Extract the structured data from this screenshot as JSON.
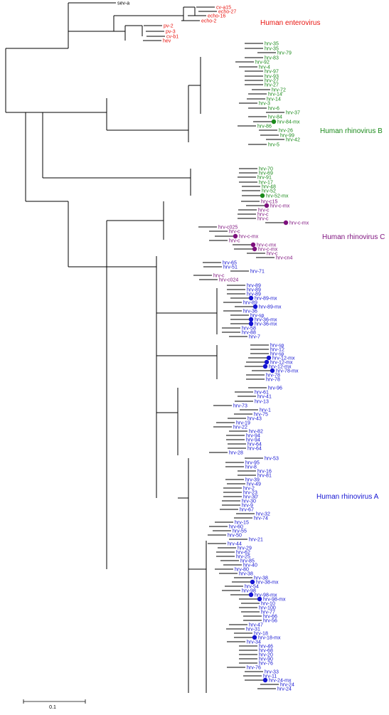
{
  "colors": {
    "enterovirus": "#e8140f",
    "rhinovirus_b": "#1a8a1a",
    "rhinovirus_c": "#7d107d",
    "rhinovirus_a": "#1414d2",
    "outgroup": "#000000",
    "branch": "#000000"
  },
  "groups": [
    {
      "key": "enterovirus",
      "label": "Human enterovirus"
    },
    {
      "key": "rhinovirus_b",
      "label": "Human rhinovirus B"
    },
    {
      "key": "rhinovirus_c",
      "label": "Human rhinovirus C"
    },
    {
      "key": "rhinovirus_a",
      "label": "Human rhinovirus A"
    }
  ],
  "scale_bar": {
    "label": "0.1"
  },
  "leaves": [
    {
      "label": "sev-a",
      "group": "outgroup",
      "mx": false
    },
    {
      "label": "cv-a15",
      "group": "enterovirus",
      "mx": false
    },
    {
      "label": "echo-27",
      "group": "enterovirus",
      "mx": false
    },
    {
      "label": "echo-16",
      "group": "enterovirus",
      "mx": false
    },
    {
      "label": "echo-2",
      "group": "enterovirus",
      "mx": false
    },
    {
      "label": "pv-2",
      "group": "enterovirus",
      "mx": false
    },
    {
      "label": "pv-3",
      "group": "enterovirus",
      "mx": false
    },
    {
      "label": "cv-b1",
      "group": "enterovirus",
      "mx": false
    },
    {
      "label": "hev",
      "group": "enterovirus",
      "mx": false
    },
    {
      "label": "hrv-35",
      "group": "rhinovirus_b",
      "mx": false
    },
    {
      "label": "hrv-35",
      "group": "rhinovirus_b",
      "mx": false
    },
    {
      "label": "hrv-79",
      "group": "rhinovirus_b",
      "mx": false
    },
    {
      "label": "hrv-83",
      "group": "rhinovirus_b",
      "mx": false
    },
    {
      "label": "hrv-92",
      "group": "rhinovirus_b",
      "mx": false
    },
    {
      "label": "hrv-4",
      "group": "rhinovirus_b",
      "mx": false
    },
    {
      "label": "hrv-97",
      "group": "rhinovirus_b",
      "mx": false
    },
    {
      "label": "hrv-93",
      "group": "rhinovirus_b",
      "mx": false
    },
    {
      "label": "hrv-27",
      "group": "rhinovirus_b",
      "mx": false
    },
    {
      "label": "hrv-27",
      "group": "rhinovirus_b",
      "mx": false
    },
    {
      "label": "hrv-72",
      "group": "rhinovirus_b",
      "mx": false
    },
    {
      "label": "hrv-14'",
      "group": "rhinovirus_b",
      "mx": false
    },
    {
      "label": "hrv-14",
      "group": "rhinovirus_b",
      "mx": false
    },
    {
      "label": "hrv-3",
      "group": "rhinovirus_b",
      "mx": false
    },
    {
      "label": "hrv-6",
      "group": "rhinovirus_b",
      "mx": false
    },
    {
      "label": "hrv-37",
      "group": "rhinovirus_b",
      "mx": false
    },
    {
      "label": "hrv-84",
      "group": "rhinovirus_b",
      "mx": false
    },
    {
      "label": "hrv-84-mx",
      "group": "rhinovirus_b",
      "mx": true
    },
    {
      "label": "hrv-86",
      "group": "rhinovirus_b",
      "mx": false
    },
    {
      "label": "hrv-26",
      "group": "rhinovirus_b",
      "mx": false
    },
    {
      "label": "hrv-99",
      "group": "rhinovirus_b",
      "mx": false
    },
    {
      "label": "hrv-42",
      "group": "rhinovirus_b",
      "mx": false
    },
    {
      "label": "hrv-5",
      "group": "rhinovirus_b",
      "mx": false
    },
    {
      "label": "hrv-70",
      "group": "rhinovirus_b",
      "mx": false
    },
    {
      "label": "hrv-69",
      "group": "rhinovirus_b",
      "mx": false
    },
    {
      "label": "hrv-91",
      "group": "rhinovirus_b",
      "mx": false
    },
    {
      "label": "hrv-17",
      "group": "rhinovirus_b",
      "mx": false
    },
    {
      "label": "hrv-48",
      "group": "rhinovirus_b",
      "mx": false
    },
    {
      "label": "hrv-52",
      "group": "rhinovirus_b",
      "mx": false
    },
    {
      "label": "hrv-52-mx",
      "group": "rhinovirus_b",
      "mx": true
    },
    {
      "label": "hrv-c15",
      "group": "rhinovirus_c",
      "mx": false
    },
    {
      "label": "hrv-c-mx",
      "group": "rhinovirus_c",
      "mx": true
    },
    {
      "label": "hrv-c",
      "group": "rhinovirus_c",
      "mx": false
    },
    {
      "label": "hrv-c",
      "group": "rhinovirus_c",
      "mx": false
    },
    {
      "label": "hrv-c",
      "group": "rhinovirus_c",
      "mx": false
    },
    {
      "label": "hrv-c-mx",
      "group": "rhinovirus_c",
      "mx": true
    },
    {
      "label": "hrv-c025",
      "group": "rhinovirus_c",
      "mx": false
    },
    {
      "label": "hrv-c",
      "group": "rhinovirus_c",
      "mx": false
    },
    {
      "label": "hrv-c-mx",
      "group": "rhinovirus_c",
      "mx": true
    },
    {
      "label": "hrv-c",
      "group": "rhinovirus_c",
      "mx": false
    },
    {
      "label": "hrv-c-mx",
      "group": "rhinovirus_c",
      "mx": true
    },
    {
      "label": "hrv-c-mx",
      "group": "rhinovirus_c",
      "mx": true
    },
    {
      "label": "hrv-c",
      "group": "rhinovirus_c",
      "mx": false
    },
    {
      "label": "hrv-cn4",
      "group": "rhinovirus_c",
      "mx": false
    },
    {
      "label": "hrv-65",
      "group": "rhinovirus_a",
      "mx": false
    },
    {
      "label": "hrv-51",
      "group": "rhinovirus_a",
      "mx": false
    },
    {
      "label": "hrv-71",
      "group": "rhinovirus_a",
      "mx": false
    },
    {
      "label": "hrv-c",
      "group": "rhinovirus_c",
      "mx": false
    },
    {
      "label": "hrv-c024",
      "group": "rhinovirus_c",
      "mx": false
    },
    {
      "label": "hrv-89",
      "group": "rhinovirus_a",
      "mx": false
    },
    {
      "label": "hrv-89",
      "group": "rhinovirus_a",
      "mx": false
    },
    {
      "label": "hrv-89",
      "group": "rhinovirus_a",
      "mx": false
    },
    {
      "label": "hrv-89-mx",
      "group": "rhinovirus_a",
      "mx": true
    },
    {
      "label": "hrv-89",
      "group": "rhinovirus_a",
      "mx": false
    },
    {
      "label": "hrv-89-mx",
      "group": "rhinovirus_a",
      "mx": true
    },
    {
      "label": "hrv-36",
      "group": "rhinovirus_a",
      "mx": false
    },
    {
      "label": "hrv-sp",
      "group": "rhinovirus_a",
      "mx": false
    },
    {
      "label": "hrv-36-mx",
      "group": "rhinovirus_a",
      "mx": true
    },
    {
      "label": "hrv-36-mx",
      "group": "rhinovirus_a",
      "mx": true
    },
    {
      "label": "hrv-58",
      "group": "rhinovirus_a",
      "mx": false
    },
    {
      "label": "hrv-88",
      "group": "rhinovirus_a",
      "mx": false
    },
    {
      "label": "hrv-7",
      "group": "rhinovirus_a",
      "mx": false
    },
    {
      "label": "hrv-sp",
      "group": "rhinovirus_a",
      "mx": false
    },
    {
      "label": "hrv-12",
      "group": "rhinovirus_a",
      "mx": false
    },
    {
      "label": "hrv-sp",
      "group": "rhinovirus_a",
      "mx": false
    },
    {
      "label": "hrv-12-mx",
      "group": "rhinovirus_a",
      "mx": true
    },
    {
      "label": "hrv-12-mx",
      "group": "rhinovirus_a",
      "mx": true
    },
    {
      "label": "hrv-12-mx",
      "group": "rhinovirus_a",
      "mx": true
    },
    {
      "label": "hrv-78-mx",
      "group": "rhinovirus_a",
      "mx": true
    },
    {
      "label": "hrv-78",
      "group": "rhinovirus_a",
      "mx": false
    },
    {
      "label": "hrv-78",
      "group": "rhinovirus_a",
      "mx": false
    },
    {
      "label": "hrv-96",
      "group": "rhinovirus_a",
      "mx": false
    },
    {
      "label": "hrv-61",
      "group": "rhinovirus_a",
      "mx": false
    },
    {
      "label": "hrv-41",
      "group": "rhinovirus_a",
      "mx": false
    },
    {
      "label": "hrv-13",
      "group": "rhinovirus_a",
      "mx": false
    },
    {
      "label": "hrv-73",
      "group": "rhinovirus_a",
      "mx": false
    },
    {
      "label": "hrv-1",
      "group": "rhinovirus_a",
      "mx": false
    },
    {
      "label": "hrv-75",
      "group": "rhinovirus_a",
      "mx": false
    },
    {
      "label": "hrv-43",
      "group": "rhinovirus_a",
      "mx": false
    },
    {
      "label": "hrv-19",
      "group": "rhinovirus_a",
      "mx": false
    },
    {
      "label": "hrv-22",
      "group": "rhinovirus_a",
      "mx": false
    },
    {
      "label": "hrv-82",
      "group": "rhinovirus_a",
      "mx": false
    },
    {
      "label": "hrv-94",
      "group": "rhinovirus_a",
      "mx": false
    },
    {
      "label": "hrv-94",
      "group": "rhinovirus_a",
      "mx": false
    },
    {
      "label": "hrv-64",
      "group": "rhinovirus_a",
      "mx": false
    },
    {
      "label": "hrv-64",
      "group": "rhinovirus_a",
      "mx": false
    },
    {
      "label": "hrv-28",
      "group": "rhinovirus_a",
      "mx": false
    },
    {
      "label": "hrv-53",
      "group": "rhinovirus_a",
      "mx": false
    },
    {
      "label": "hrv-95",
      "group": "rhinovirus_a",
      "mx": false
    },
    {
      "label": "hrv-8",
      "group": "rhinovirus_a",
      "mx": false
    },
    {
      "label": "hrv-16",
      "group": "rhinovirus_a",
      "mx": false
    },
    {
      "label": "hrv-81",
      "group": "rhinovirus_a",
      "mx": false
    },
    {
      "label": "hrv-39",
      "group": "rhinovirus_a",
      "mx": false
    },
    {
      "label": "hrv-49",
      "group": "rhinovirus_a",
      "mx": false
    },
    {
      "label": "hrv-2",
      "group": "rhinovirus_a",
      "mx": false
    },
    {
      "label": "hrv-23",
      "group": "rhinovirus_a",
      "mx": false
    },
    {
      "label": "hrv-30'",
      "group": "rhinovirus_a",
      "mx": false
    },
    {
      "label": "hrv-30",
      "group": "rhinovirus_a",
      "mx": false
    },
    {
      "label": "hrv-9",
      "group": "rhinovirus_a",
      "mx": false
    },
    {
      "label": "hrv-67",
      "group": "rhinovirus_a",
      "mx": false
    },
    {
      "label": "hrv-32",
      "group": "rhinovirus_a",
      "mx": false
    },
    {
      "label": "hrv-74",
      "group": "rhinovirus_a",
      "mx": false
    },
    {
      "label": "hrv-15",
      "group": "rhinovirus_a",
      "mx": false
    },
    {
      "label": "hrv-60",
      "group": "rhinovirus_a",
      "mx": false
    },
    {
      "label": "hrv-55",
      "group": "rhinovirus_a",
      "mx": false
    },
    {
      "label": "hrv-50",
      "group": "rhinovirus_a",
      "mx": false
    },
    {
      "label": "hrv-21",
      "group": "rhinovirus_a",
      "mx": false
    },
    {
      "label": "hrv-44",
      "group": "rhinovirus_a",
      "mx": false
    },
    {
      "label": "hrv-29",
      "group": "rhinovirus_a",
      "mx": false
    },
    {
      "label": "hrv-62",
      "group": "rhinovirus_a",
      "mx": false
    },
    {
      "label": "hrv-25",
      "group": "rhinovirus_a",
      "mx": false
    },
    {
      "label": "hrv-85",
      "group": "rhinovirus_a",
      "mx": false
    },
    {
      "label": "hrv-40",
      "group": "rhinovirus_a",
      "mx": false
    },
    {
      "label": "hrv-80",
      "group": "rhinovirus_a",
      "mx": false
    },
    {
      "label": "hrv-38",
      "group": "rhinovirus_a",
      "mx": false
    },
    {
      "label": "hrv-38",
      "group": "rhinovirus_a",
      "mx": false
    },
    {
      "label": "hrv-38-mx",
      "group": "rhinovirus_a",
      "mx": true
    },
    {
      "label": "hrv-54",
      "group": "rhinovirus_a",
      "mx": false
    },
    {
      "label": "hrv-98",
      "group": "rhinovirus_a",
      "mx": false
    },
    {
      "label": "hrv-98-mx",
      "group": "rhinovirus_a",
      "mx": true
    },
    {
      "label": "hrv-98-mx",
      "group": "rhinovirus_a",
      "mx": true
    },
    {
      "label": "hrv-10",
      "group": "rhinovirus_a",
      "mx": false
    },
    {
      "label": "hrv-100",
      "group": "rhinovirus_a",
      "mx": false
    },
    {
      "label": "hrv-77",
      "group": "rhinovirus_a",
      "mx": false
    },
    {
      "label": "hrv-66",
      "group": "rhinovirus_a",
      "mx": false
    },
    {
      "label": "hrv-56",
      "group": "rhinovirus_a",
      "mx": false
    },
    {
      "label": "hrv-47",
      "group": "rhinovirus_a",
      "mx": false
    },
    {
      "label": "hrv-31",
      "group": "rhinovirus_a",
      "mx": false
    },
    {
      "label": "hrv-18",
      "group": "rhinovirus_a",
      "mx": false
    },
    {
      "label": "hrv-18-mx",
      "group": "rhinovirus_a",
      "mx": true
    },
    {
      "label": "hrv-34",
      "group": "rhinovirus_a",
      "mx": false
    },
    {
      "label": "hrv-46",
      "group": "rhinovirus_a",
      "mx": false
    },
    {
      "label": "hrv-68",
      "group": "rhinovirus_a",
      "mx": false
    },
    {
      "label": "hrv-20",
      "group": "rhinovirus_a",
      "mx": false
    },
    {
      "label": "hrv-90",
      "group": "rhinovirus_a",
      "mx": false
    },
    {
      "label": "hrv-76",
      "group": "rhinovirus_a",
      "mx": false
    },
    {
      "label": "hrv-76",
      "group": "rhinovirus_a",
      "mx": false
    },
    {
      "label": "hrv-33",
      "group": "rhinovirus_a",
      "mx": false
    },
    {
      "label": "hrv-11",
      "group": "rhinovirus_a",
      "mx": false
    },
    {
      "label": "hrv-24-mx",
      "group": "rhinovirus_a",
      "mx": true
    },
    {
      "label": "hrv-24",
      "group": "rhinovirus_a",
      "mx": false
    },
    {
      "label": "hrv-24",
      "group": "rhinovirus_a",
      "mx": false
    }
  ]
}
